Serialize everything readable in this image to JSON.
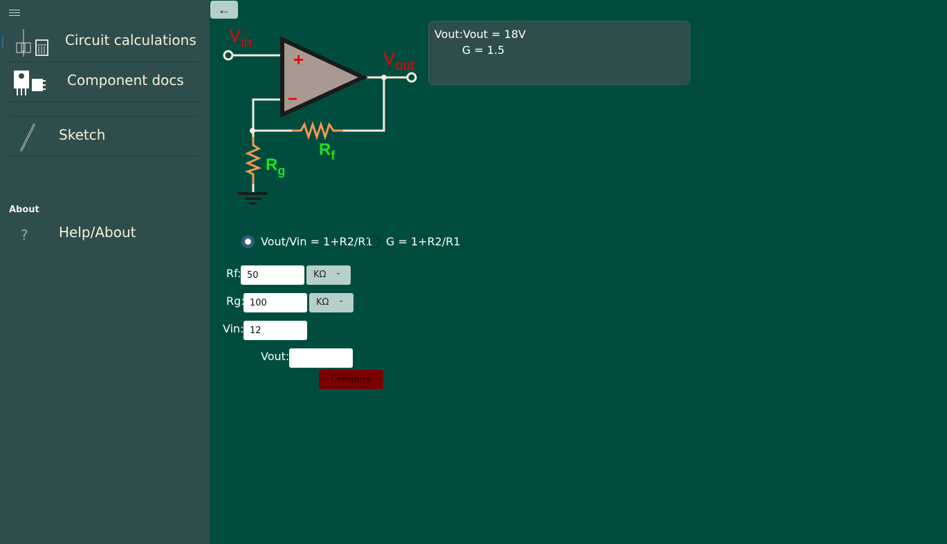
{
  "sidebar": {
    "items": [
      {
        "label": "Circuit calculations",
        "icon": "circuit-calculator-icon"
      },
      {
        "label": "Component docs",
        "icon": "components-icon"
      },
      {
        "label": "Sketch",
        "icon": "pencil-icon"
      }
    ],
    "section": "About",
    "help": {
      "label": "Help/About",
      "icon": "question-icon"
    }
  },
  "result": {
    "line1": "Vout:Vout = 18V",
    "line2": "G = 1.5"
  },
  "circuit": {
    "vin": "V",
    "vin_sub": "in",
    "vout": "V",
    "vout_sub": "out",
    "rf": "R",
    "rf_sub": "f",
    "rg": "R",
    "rg_sub": "g",
    "plus": "+",
    "minus": "−"
  },
  "modes": [
    {
      "label": "Vout/Vin = 1+R2/R1",
      "selected": true
    },
    {
      "label": "G = 1+R2/R1",
      "selected": false
    }
  ],
  "form": {
    "rf_label": "Rf:",
    "rf_value": "50",
    "rf_unit": "KΩ",
    "rg_label": "Rg:",
    "rg_value": "100",
    "rg_unit": "KΩ",
    "vin_label": "Vin:",
    "vin_value": "12",
    "vout_label": "Vout:",
    "vout_value": "",
    "compute": "Compute"
  },
  "colors": {
    "background": "#004d40",
    "sidebar": "#2e4d4c",
    "compute": "#7a0000"
  }
}
